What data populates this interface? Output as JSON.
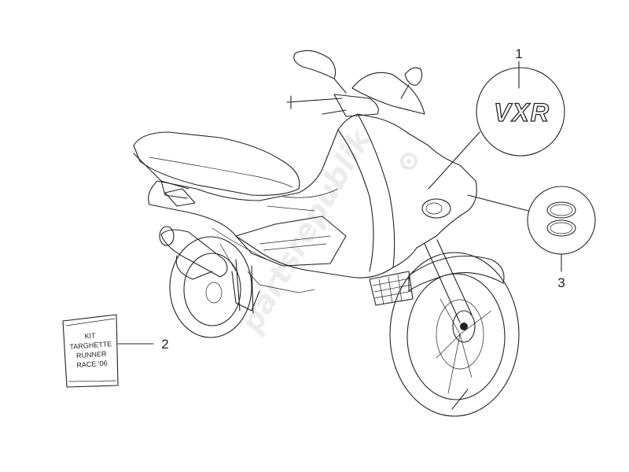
{
  "callouts": [
    {
      "number": "1"
    },
    {
      "number": "2"
    },
    {
      "number": "3"
    }
  ],
  "decal_badge": {
    "text": "VXR"
  },
  "sticker_kit": {
    "lines": [
      "KIT",
      "TARGHETTE",
      "RUNNER",
      "RACE '06"
    ]
  },
  "watermark": {
    "text": "partsrepublik"
  },
  "colors": {
    "line": "#222222",
    "background": "#ffffff",
    "watermark": "#dddddd"
  }
}
